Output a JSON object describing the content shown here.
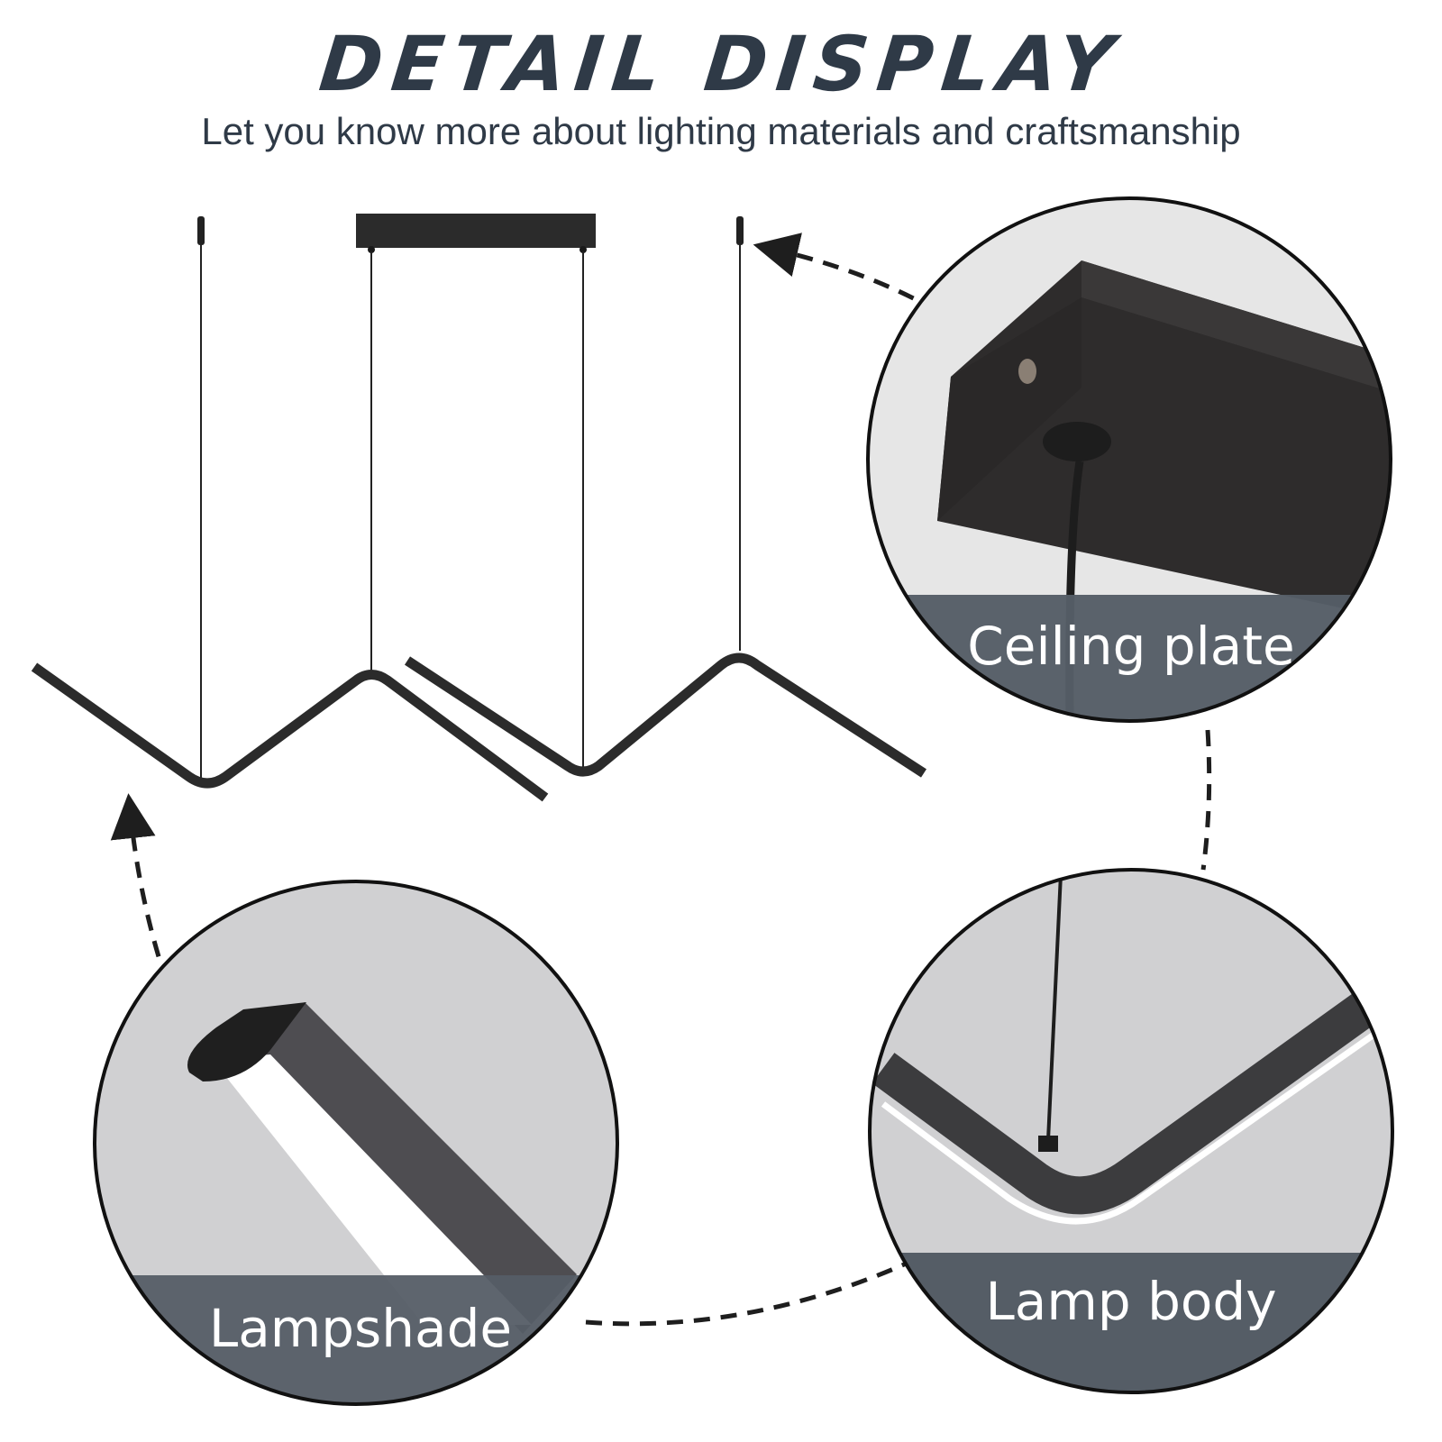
{
  "header": {
    "title": "DETAIL DISPLAY",
    "subtitle": "Let you know more about lighting materials and craftsmanship"
  },
  "callouts": [
    {
      "label": "Ceiling plate",
      "icon": "ceiling-plate-closeup"
    },
    {
      "label": "Lampshade",
      "icon": "lampshade-closeup"
    },
    {
      "label": "Lamp body",
      "icon": "lamp-body-closeup"
    }
  ],
  "colors": {
    "text": "#2f3a47",
    "label_band": "#555d66",
    "circle_bg": "#d0d0d2",
    "metal": "#2b2b2b"
  }
}
